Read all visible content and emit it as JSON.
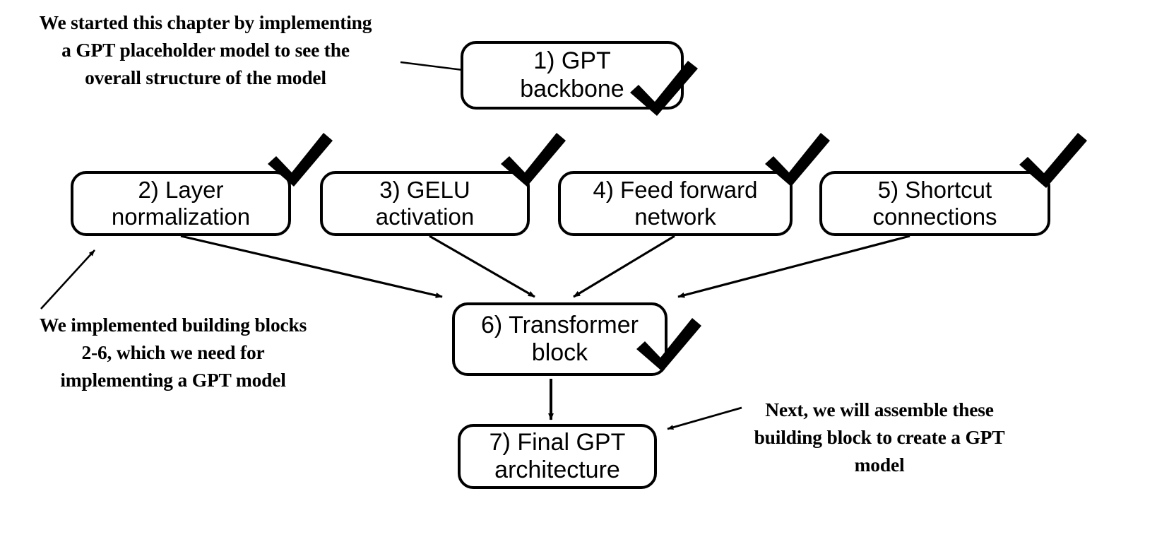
{
  "diagram": {
    "title": "GPT model building blocks chapter summary flowchart",
    "background_color": "#ffffff",
    "stroke_color": "#000000"
  },
  "nodes": [
    {
      "id": "node1",
      "number": "1)",
      "name": "gpt-backbone",
      "label": "1) GPT\nbackbone",
      "checked": true
    },
    {
      "id": "node2",
      "number": "2)",
      "name": "layer-normalization",
      "label": "2) Layer\nnormalization",
      "checked": true
    },
    {
      "id": "node3",
      "number": "3)",
      "name": "gelu-activation",
      "label": "3) GELU\nactivation",
      "checked": true
    },
    {
      "id": "node4",
      "number": "4)",
      "name": "feed-forward-network",
      "label": "4) Feed forward\nnetwork",
      "checked": true
    },
    {
      "id": "node5",
      "number": "5)",
      "name": "shortcut-connections",
      "label": "5) Shortcut\nconnections",
      "checked": true
    },
    {
      "id": "node6",
      "number": "6)",
      "name": "transformer-block",
      "label": "6) Transformer\nblock",
      "checked": true
    },
    {
      "id": "node7",
      "number": "7)",
      "name": "final-gpt-architecture",
      "label": "7) Final GPT\narchitecture",
      "checked": false
    }
  ],
  "annotations": {
    "top_left": "We started this chapter by implementing\na GPT placeholder model to see the\noverall structure of the model",
    "bottom_left": "We implemented building blocks\n2-6, which we need for\nimplementing a GPT model",
    "bottom_right": "Next, we will assemble these\nbuilding block to create a GPT\nmodel"
  },
  "edges": [
    {
      "from": "annotation-top-left",
      "to": "node1",
      "name": "edge-annotation-to-gpt-backbone"
    },
    {
      "from": "node2",
      "to": "node6",
      "name": "edge-layer-norm-to-transformer"
    },
    {
      "from": "node3",
      "to": "node6",
      "name": "edge-gelu-to-transformer"
    },
    {
      "from": "node4",
      "to": "node6",
      "name": "edge-feed-forward-to-transformer"
    },
    {
      "from": "node5",
      "to": "node6",
      "name": "edge-shortcut-to-transformer"
    },
    {
      "from": "node6",
      "to": "node7",
      "name": "edge-transformer-to-final-gpt"
    },
    {
      "from": "annotation-bottom-left",
      "to": "node2",
      "name": "edge-annotation-to-layer-norm"
    },
    {
      "from": "annotation-bottom-right",
      "to": "node7",
      "name": "edge-annotation-to-final-gpt"
    }
  ]
}
